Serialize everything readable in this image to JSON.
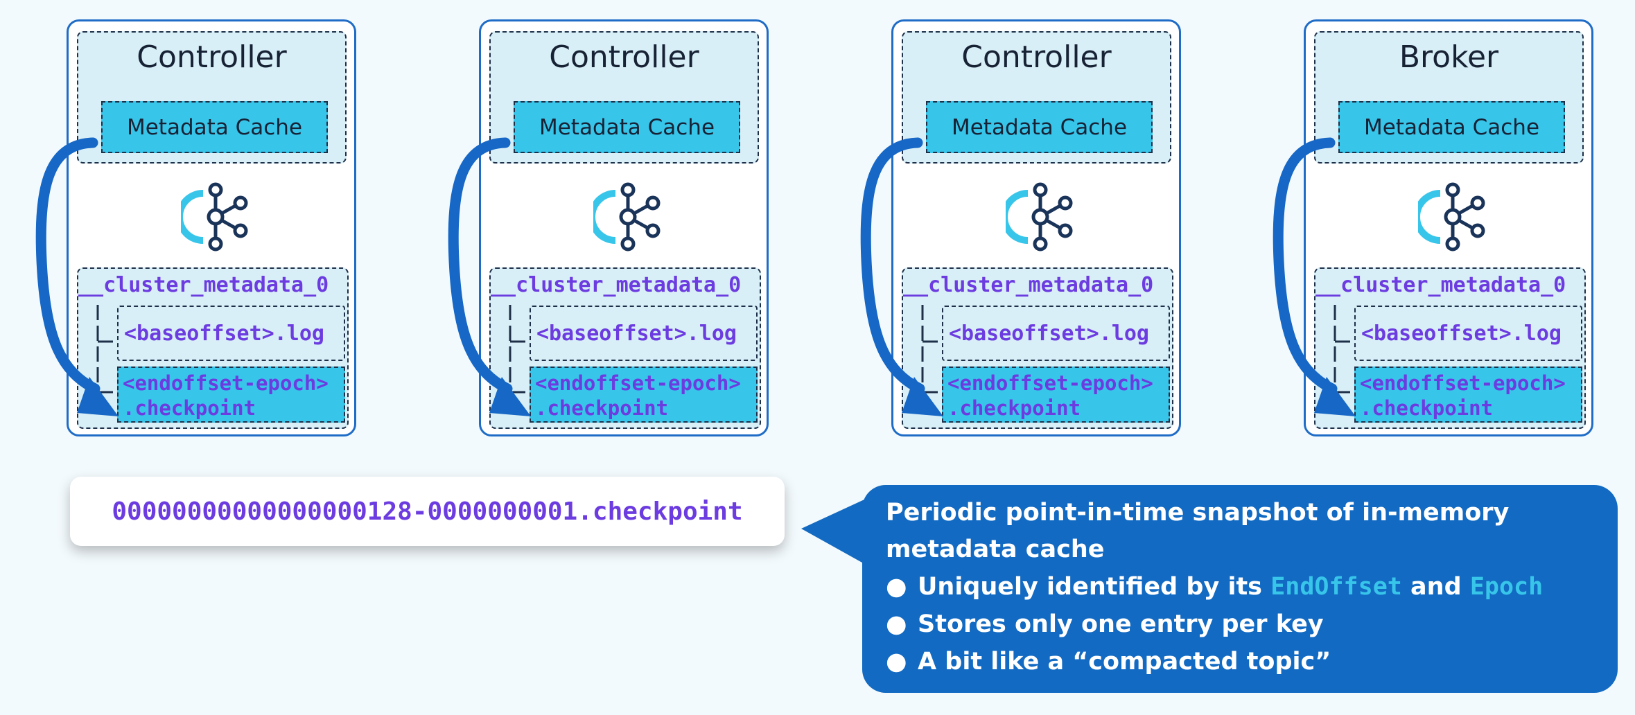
{
  "nodes": [
    {
      "title": "Controller",
      "cache_label": "Metadata Cache",
      "dir": "__cluster_metadata_0",
      "log_file": "<baseoffset>.log",
      "checkpoint_line1": "<endoffset-epoch>",
      "checkpoint_line2": ".checkpoint"
    },
    {
      "title": "Controller",
      "cache_label": "Metadata Cache",
      "dir": "__cluster_metadata_0",
      "log_file": "<baseoffset>.log",
      "checkpoint_line1": "<endoffset-epoch>",
      "checkpoint_line2": ".checkpoint"
    },
    {
      "title": "Controller",
      "cache_label": "Metadata Cache",
      "dir": "__cluster_metadata_0",
      "log_file": "<baseoffset>.log",
      "checkpoint_line1": "<endoffset-epoch>",
      "checkpoint_line2": ".checkpoint"
    },
    {
      "title": "Broker",
      "cache_label": "Metadata Cache",
      "dir": "__cluster_metadata_0",
      "log_file": "<baseoffset>.log",
      "checkpoint_line1": "<endoffset-epoch>",
      "checkpoint_line2": ".checkpoint"
    }
  ],
  "example_filename": "00000000000000000128-0000000001.checkpoint",
  "callout": {
    "intro": "Periodic point-in-time snapshot of in-memory metadata cache",
    "bullet1_pre": "Uniquely identified by its ",
    "bullet1_code1": "EndOffset",
    "bullet1_mid": " and ",
    "bullet1_code2": "Epoch",
    "bullet2": "Stores only one entry per key",
    "bullet3": "A bit like a “compacted topic”",
    "bullet_char": "●"
  },
  "icons": {
    "logo": "kafka-logo-icon"
  },
  "colors": {
    "background": "#f3fafd",
    "node_border": "#1f6cc7",
    "panel_fill": "#d8eff7",
    "cyan": "#38c5ea",
    "mono_text": "#6c3ce0",
    "callout_fill": "#126ac2",
    "dark": "#1a3358"
  }
}
